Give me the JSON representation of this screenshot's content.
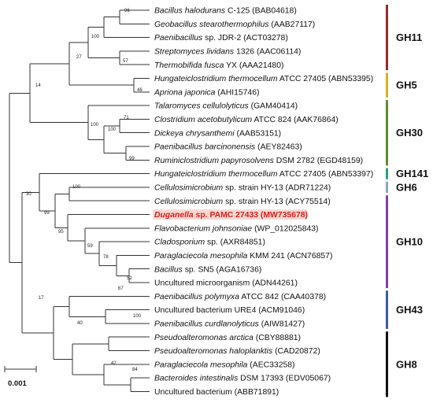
{
  "leaves": [
    {
      "italic": "Bacillus halodurans",
      "rest": " C-125 (BAB04618)"
    },
    {
      "italic": "Geobacillus stearothermophilus",
      "rest": " (AAB27117)"
    },
    {
      "italic": "Paenibacillus",
      "rest": " sp. JDR-2 (ACT03278)"
    },
    {
      "italic": "Streptomyces lividans",
      "rest": " 1326 (AAC06114)"
    },
    {
      "italic": "Thermobifida fusca",
      "rest": " YX (AAA21480)"
    },
    {
      "italic": "Hungateiclostridium thermocellum",
      "rest": " ATCC 27405 (ABN53395)"
    },
    {
      "italic": "Apriona japonica",
      "rest": " (AHI15746)"
    },
    {
      "italic": "Talaromyces cellulolyticus",
      "rest": " (GAM40414)"
    },
    {
      "italic": "Clostridium acetobutylicum",
      "rest": " ATCC 824 (AAK76864)"
    },
    {
      "italic": "Dickeya chrysanthemi",
      "rest": " (AAB53151)"
    },
    {
      "italic": "Paenibacillus barcinonensis",
      "rest": " (AEY82463)"
    },
    {
      "italic": "Ruminiclostridium papyrosolvens",
      "rest": " DSM 2782 (EGD48159)"
    },
    {
      "italic": "Hungateiclostridium thermocellum",
      "rest": " ATCC 27405 (ABN53397)"
    },
    {
      "italic": "Cellulosimicrobium",
      "rest": " sp. strain HY-13 (ADR71224)"
    },
    {
      "italic": "Cellulosimicrobium",
      "rest": " sp. strain HY-13 (ACY75514)"
    },
    {
      "italic": "Duganella",
      "rest": " sp. PAMC 27433 (MW735678)",
      "highlight": true
    },
    {
      "italic": "Flavobacterium johnsoniae",
      "rest": " (WP_012025843)"
    },
    {
      "italic": "Cladosporium",
      "rest": " sp. (AXR84851)"
    },
    {
      "italic": "Paraglaciecola mesophila",
      "rest": " KMM 241 (ACN76857)"
    },
    {
      "italic": "Bacillus",
      "rest": " sp. SN5 (AGA16736)"
    },
    {
      "italic": "",
      "rest": "Uncultured microorganism (ADN44261)"
    },
    {
      "italic": "Paenibacillus polymyxa",
      "rest": " ATCC 842 (CAA40378)"
    },
    {
      "italic": "",
      "rest": "Uncultured bacterium URE4 (ACM91046)"
    },
    {
      "italic": "Paenibacillus curdlanolyticus",
      "rest": " (AIW81427)"
    },
    {
      "italic": "Pseudoalteromonas arctica",
      "rest": " (CBY88881)"
    },
    {
      "italic": "Pseudoalteromonas haloplanktis",
      "rest": " (CAD20872)"
    },
    {
      "italic": "Paraglaciecola mesophila",
      "rest": " (AEC33258)"
    },
    {
      "italic": "Bacteroides intestinalis",
      "rest": " DSM 17393 (EDV05067)"
    },
    {
      "italic": "",
      "rest": "Uncultured bacterium (ABB71891)"
    }
  ],
  "bootstrap_values": [
    "96",
    "100",
    "27",
    "57",
    "14",
    "46",
    "71",
    "100",
    "100",
    "99",
    "100",
    "30",
    "99",
    "95",
    "59",
    "78",
    "52",
    "67",
    "17",
    "100",
    "40",
    "42",
    "84"
  ],
  "groups": [
    {
      "label": "GH11",
      "color": "#9b2a2a",
      "first_leaf": 0,
      "last_leaf": 4
    },
    {
      "label": "GH5",
      "color": "#d8b21f",
      "first_leaf": 5,
      "last_leaf": 6
    },
    {
      "label": "GH30",
      "color": "#5e8c2f",
      "first_leaf": 7,
      "last_leaf": 11
    },
    {
      "label": "GH141",
      "color": "#27a07a",
      "first_leaf": 12,
      "last_leaf": 12
    },
    {
      "label": "GH6",
      "color": "#8fa3c0",
      "first_leaf": 13,
      "last_leaf": 13
    },
    {
      "label": "GH10",
      "color": "#7e3fa7",
      "first_leaf": 14,
      "last_leaf": 20
    },
    {
      "label": "GH43",
      "color": "#3d5a9e",
      "first_leaf": 21,
      "last_leaf": 23
    },
    {
      "label": "GH8",
      "color": "#111111",
      "first_leaf": 24,
      "last_leaf": 28
    }
  ],
  "scale_bar": {
    "label": "0.001"
  }
}
